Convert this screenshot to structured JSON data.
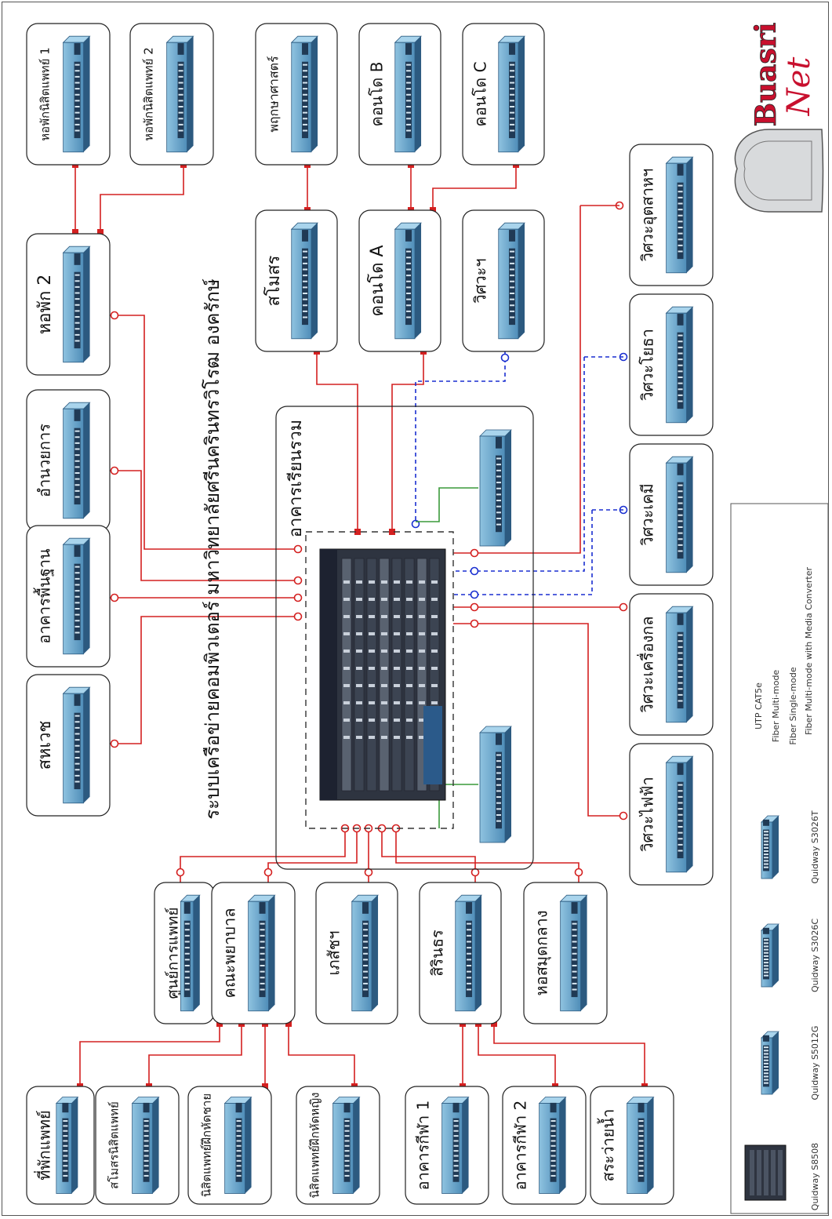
{
  "title": "ระบบเครือข่ายคอมพิวเตอร์ มหาวิทยาลัยศรีนครินทรวิโรฒ องครักษ์",
  "logo": {
    "word1": "Buasri",
    "word2": "Net"
  },
  "center_building": "อาคารเรียนรวม",
  "nodes": {
    "hp1": "หอพักนิสิตแพทย์ 1",
    "hp2": "หอพักนิสิตแพทย์ 2",
    "prueksa": "พฤกษาศาสตร์",
    "condoB": "คอนโด B",
    "condoC": "คอนโด C",
    "dorm2": "หอพัก 2",
    "samosorn": "สโมสร",
    "condoA": "คอนโด A",
    "wisawa": "วิศวะฯ",
    "admin": "อำนวยการ",
    "basic": "อาคารพื้นฐาน",
    "sahawet": "สหเวช",
    "wInd": "วิศวะอุตสาหฯ",
    "wPharm": "วิศวะโยธา",
    "wChem": "วิศวะเคมี",
    "wMech": "วิศวะเครื่องกล",
    "wElec": "วิศวะไฟฟ้า",
    "medCenter": "ศูนย์การแพทย์",
    "nursing": "คณะพยาบาล",
    "pharmacy": "เภสัชฯ",
    "sirin": "สิรินธร",
    "library": "หอสมุดกลาง",
    "docHouse": "ที่พักแพทย์",
    "medClub": "สโมสรนิสิตแพทย์",
    "maleIntern": "นิสิตแพทย์ฝึกหัดชาย",
    "femaleIntern": "นิสิตแพทย์ฝึกหัดหญิง",
    "sport1": "อาคารกีฬา 1",
    "sport2": "อาคารกีฬา 2",
    "pool": "สระว่ายน้ำ"
  },
  "legend": {
    "devices": [
      "Quidway S8508",
      "Quidway S5012G",
      "Quidway S3026C",
      "Quidway S3026T"
    ],
    "lines": [
      "UTP CAT5e",
      "Fiber Multi-mode",
      "Fiber Single-mode",
      "Fiber Multi-mode with Media Converter"
    ]
  },
  "colors": {
    "utp": "#3a9a3a",
    "multimode": "#1a2fd0",
    "singlemode": "#d42020",
    "switch": "#5c9cc4",
    "switch_dark": "#2c5a80"
  }
}
